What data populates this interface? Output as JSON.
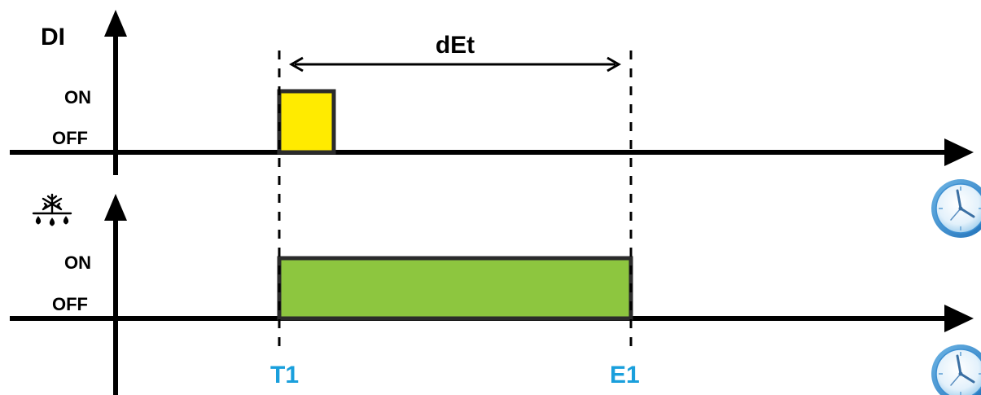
{
  "top_chart": {
    "axis_label": "DI",
    "on_label": "ON",
    "off_label": "OFF",
    "pulse_color": "#ffeb00"
  },
  "bottom_chart": {
    "axis_icon": "defrost-snowflake-drops-icon",
    "on_label": "ON",
    "off_label": "OFF",
    "pulse_color": "#8dc63f"
  },
  "interval": {
    "label": "dEt"
  },
  "markers": {
    "start_label": "T1",
    "end_label": "E1",
    "label_color": "#1a9fdc"
  },
  "time_icons": [
    "clock-icon",
    "clock-icon"
  ]
}
